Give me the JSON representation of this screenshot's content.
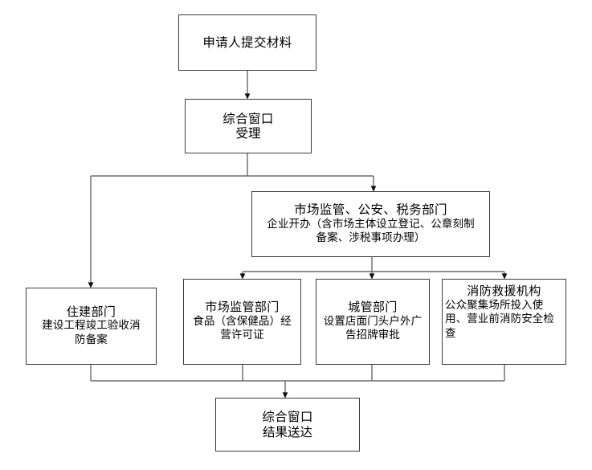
{
  "diagram": {
    "type": "flowchart",
    "orientation": "top-to-bottom",
    "nodes": {
      "apply": {
        "title": "申请人提交材料"
      },
      "accept": {
        "title": "综合窗口",
        "line2": "受理"
      },
      "department": {
        "title": "市场监管、公安、税务部门",
        "sub_line1": "企业开办（含市场主体设立登记、公章刻制",
        "sub_line2": "备案、涉税事项办理）"
      },
      "branch1": {
        "title": "住建部门",
        "sub_line1": "建设工程竣工验收消",
        "sub_line2": "防备案"
      },
      "branch2": {
        "title": "市场监管部门",
        "sub_line1": "食品（含保健品）经",
        "sub_line2": "营许可证"
      },
      "branch3": {
        "title": "城管部门",
        "sub_line1": "设置店面门头户外广",
        "sub_line2": "告招牌审批"
      },
      "branch4": {
        "title": "消防救援机构",
        "sub_line1": "公众聚集场所投入使",
        "sub_line2": "用、营业前消防安全检",
        "sub_line3": "查"
      },
      "result": {
        "title": "综合窗口",
        "line2": "结果送达"
      }
    },
    "colors": {
      "border": "#3a3a3a",
      "connector": "#4a4a4a",
      "arrow": "#111111",
      "background": "#ffffff",
      "text": "#000000"
    }
  }
}
